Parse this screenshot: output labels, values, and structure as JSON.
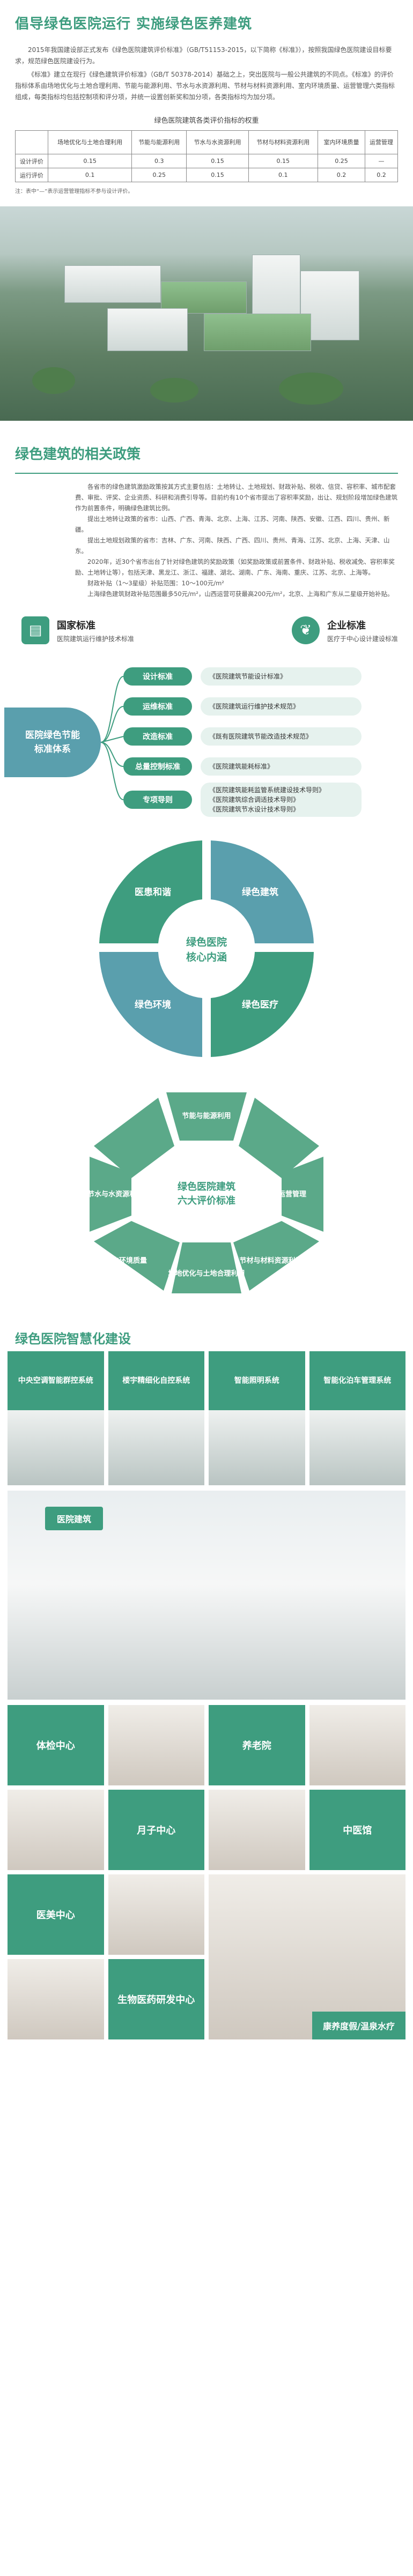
{
  "header": {
    "title": "倡导绿色医院运行  实施绿色医养建筑"
  },
  "intro": [
    "2015年我国建设部正式发布《绿色医院建筑评价标准》（GB/T51153-2015，以下简称《标准》），按照我国绿色医院建设目标要求，规范绿色医院建设行为。",
    "《标准》建立在现行《绿色建筑评价标准》（GB/T 50378-2014）基础之上，突出医院与一般公共建筑的不同点。《标准》的评价指标体系由场地优化与土地合理利用、节能与能源利用、节水与水资源利用、节材与材料资源利用、室内环境质量、运营管理六类指标组成，每类指标均包括控制项和评分项，并统一设置创新奖和加分项，各类指标均为加分项。"
  ],
  "weights_table": {
    "title": "绿色医院建筑各类评价指标的权重",
    "headers": [
      "",
      "场地优化与土地合理利用",
      "节能与能源利用",
      "节水与水资源利用",
      "节材与材料资源利用",
      "室内环境质量",
      "运营管理"
    ],
    "rows": [
      [
        "设计评价",
        "0.15",
        "0.3",
        "0.15",
        "0.15",
        "0.25",
        "—"
      ],
      [
        "运行评价",
        "0.1",
        "0.25",
        "0.15",
        "0.1",
        "0.2",
        "0.2"
      ]
    ],
    "note": "注：表中“—”表示运营管理指标不参与设计评价。"
  },
  "policy": {
    "title": "绿色建筑的相关政策",
    "paragraphs": [
      "各省市的绿色建筑激励政策按其方式主要包括：土地转让、土地规划、财政补贴、税收、信贷、容积率、城市配套费、审批、评奖、企业资质、科研和消费引导等。目前约有10个省市提出了容积率奖励，出让、规划阶段增加绿色建筑作为前置条件，明确绿色建筑比例。",
      "提出土地转让政策的省市：山西、广西、青海、北京、上海、江苏、河南、陕西、安徽、江西、四川、贵州、新疆。",
      "提出土地规划政策的省市：吉林、广东、河南、陕西、广西、四川、贵州、青海、江苏、北京、上海、天津、山东。",
      "2020年，近30个省市出台了针对绿色建筑的奖励政策（如奖励政策或前置条件、财政补贴、税收减免、容积率奖励、土地转让等），包括天津、黑龙江、浙江、福建、湖北、湖南、广东、海南、重庆、江苏、北京、上海等。",
      "财政补贴（1～3星级）补贴范围：10～100元/m²",
      "上海绿色建筑财政补贴范围最多50元/m²，山西运营可获最高200元/m²，北京、上海和广东从二星级开始补贴。"
    ]
  },
  "standards": {
    "national": {
      "title": "国家标准",
      "desc": "医院建筑运行维护技术标准"
    },
    "enterprise": {
      "title": "企业标准",
      "desc": "医疗于中心设计建设标准"
    }
  },
  "system": {
    "hub": [
      "医院绿色节能",
      "标准体系"
    ],
    "rows": [
      {
        "label": "设计标准",
        "items": [
          "《医院建筑节能设计标准》"
        ]
      },
      {
        "label": "运维标准",
        "items": [
          "《医院建筑运行维护技术规范》"
        ]
      },
      {
        "label": "改造标准",
        "items": [
          "《既有医院建筑节能改造技术规范》"
        ]
      },
      {
        "label": "总量控制标准",
        "items": [
          "《医院建筑能耗标准》"
        ]
      },
      {
        "label": "专项导则",
        "items": [
          "《医院建筑能耗监管系统建设技术导则》",
          "《医院建筑综合调适技术导则》",
          "《医院建筑节水设计技术导则》"
        ]
      }
    ]
  },
  "core": {
    "center": [
      "绿色医院",
      "核心内涵"
    ],
    "segments": [
      "医患和谐",
      "绿色建筑",
      "绿色医疗",
      "绿色环境"
    ]
  },
  "six_standards": {
    "center": [
      "绿色医院建筑",
      "六大评价标准"
    ],
    "items": [
      "节能与能源利用",
      "运营管理",
      "节材与材料资源利用",
      "场地优化与土地合理利用",
      "室内环境质量",
      "节水与水资源利用"
    ]
  },
  "smart": {
    "title": "绿色医院智慧化建设",
    "tiles": [
      "中央空调智能群控系统",
      "楼宇精细化自控系统",
      "智能照明系统",
      "智能化泊车管理系统"
    ],
    "lobby_tag": "医院建筑",
    "services": [
      "体检中心",
      "养老院",
      "月子中心",
      "中医馆",
      "医美中心",
      "生物医药研发中心",
      "康养度假/温泉水疗"
    ]
  },
  "colors": {
    "primary": "#3e9d7f",
    "secondary": "#5a9fad",
    "light": "#e6f2ee"
  }
}
